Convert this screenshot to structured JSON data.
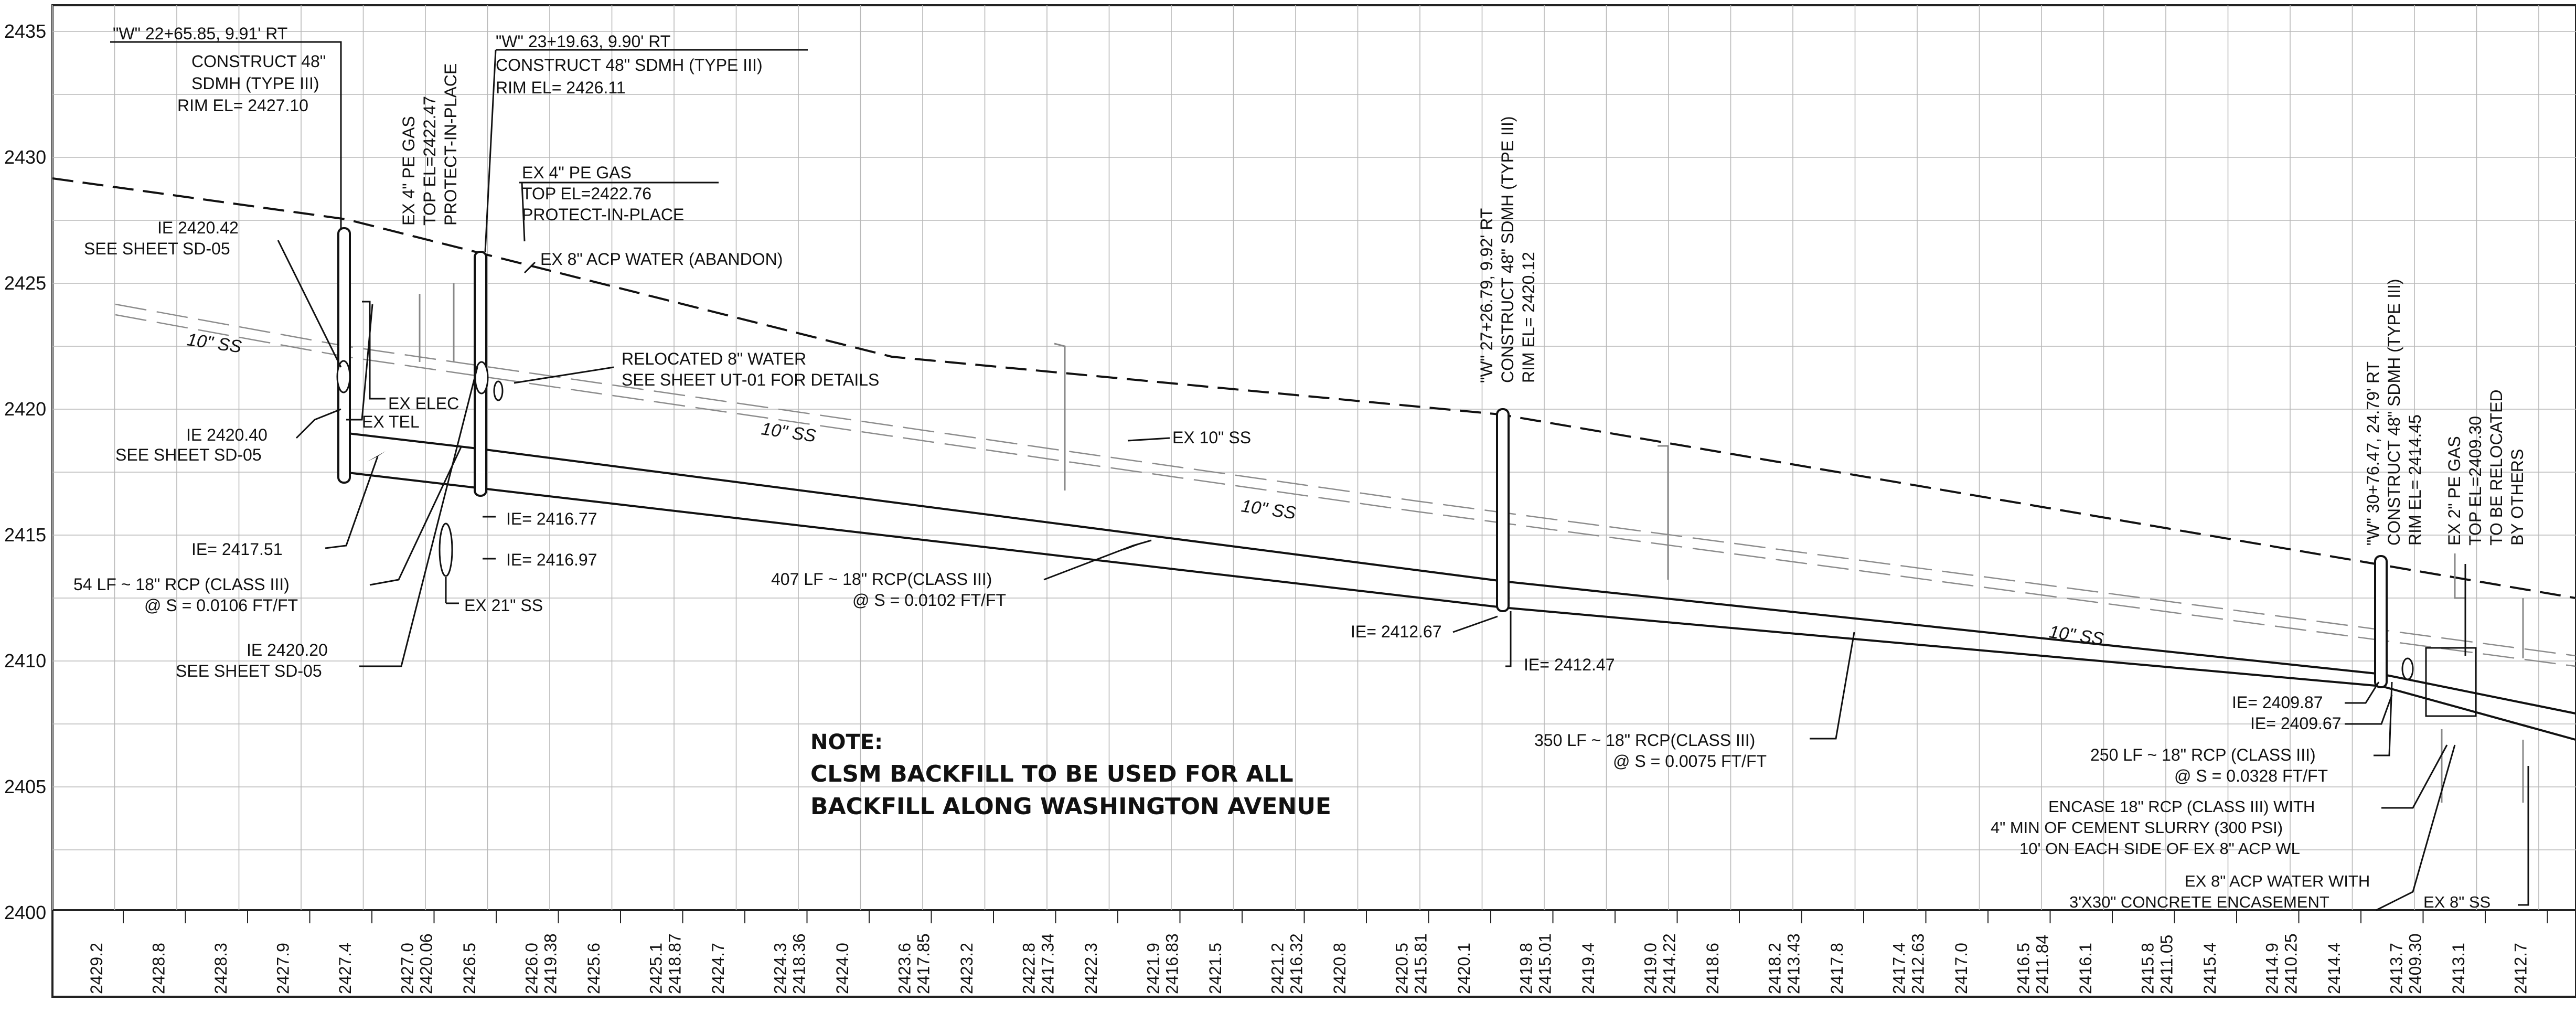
{
  "profile": {
    "elevation_axis": [
      "2435",
      "2430",
      "2425",
      "2420",
      "2415",
      "2410",
      "2405",
      "2400"
    ],
    "ground_ticks": [
      "2429.2",
      "2428.8",
      "2428.3",
      "2427.9",
      "2427.4",
      "2427.0",
      "2426.5",
      "2426.0",
      "2425.6",
      "2425.1",
      "2424.7",
      "2424.3",
      "2424.0",
      "2423.6",
      "2423.2",
      "2422.8",
      "2422.3",
      "2421.9",
      "2421.5",
      "2421.2",
      "2420.8",
      "2420.5",
      "2420.1",
      "2419.8",
      "2419.4",
      "2419.0",
      "2418.6",
      "2418.2",
      "2417.8",
      "2417.4",
      "2417.0",
      "2416.5",
      "2416.1",
      "2415.8",
      "2415.4",
      "2414.9",
      "2414.4",
      "2413.7",
      "2413.1",
      "2412.7"
    ],
    "pipe_ticks": [
      "2420.06",
      "2419.38",
      "2418.87",
      "2418.36",
      "2417.85",
      "2417.34",
      "2416.83",
      "2416.32",
      "2415.81",
      "2415.01",
      "2414.22",
      "2413.43",
      "2412.63",
      "2411.84",
      "2411.05",
      "2410.25",
      "2409.30"
    ]
  },
  "labels": {
    "mh1": [
      "\"W\" 22+65.85, 9.91' RT",
      "CONSTRUCT 48\"",
      "SDMH (TYPE III)",
      "RIM EL= 2427.10"
    ],
    "mh2": [
      "\"W\" 23+19.63, 9.90' RT",
      "CONSTRUCT 48\" SDMH (TYPE III)",
      "RIM EL= 2426.11"
    ],
    "gas1": [
      "EX 4\" PE GAS",
      "TOP EL=2422.47",
      "PROTECT-IN-PLACE"
    ],
    "gas2": [
      "EX 4\" PE GAS",
      "TOP EL=2422.76",
      "PROTECT-IN-PLACE"
    ],
    "ie_2420_42": [
      "IE 2420.42",
      "SEE SHEET SD-05"
    ],
    "water_abandon": "EX 8\" ACP WATER (ABANDON)",
    "relocated_water": [
      "RELOCATED 8\" WATER",
      "SEE SHEET UT-01 FOR DETAILS"
    ],
    "ex_elec": "EX ELEC",
    "ex_tel": "EX TEL",
    "ie_2420_40": [
      "IE 2420.40",
      "SEE SHEET SD-05"
    ],
    "ie_2417_51": "IE= 2417.51",
    "ie_2416_77": "IE= 2416.77",
    "ie_2416_97": "IE= 2416.97",
    "pipe1": [
      "54 LF ~ 18\" RCP (CLASS III)",
      "@ S = 0.0106 FT/FT"
    ],
    "ex21ss": "EX 21\" SS",
    "ie_2420_20": [
      "IE 2420.20",
      "SEE SHEET SD-05"
    ],
    "ss10_a": "10\" SS",
    "ss10_b": "10\" SS",
    "ss10_c": "10\" SS",
    "ss10_d": "10\" SS",
    "ex10ss": "EX 10\" SS",
    "pipe2": [
      "407 LF ~ 18\" RCP(CLASS III)",
      "@ S = 0.0102 FT/FT"
    ],
    "mh3": [
      "\"W\" 27+26.79, 9.92' RT",
      "CONSTRUCT 48\" SDMH (TYPE III)",
      "RIM EL= 2420.12"
    ],
    "ie_2412_67": "IE= 2412.67",
    "ie_2412_47": "IE= 2412.47",
    "note": [
      "NOTE:",
      "CLSM BACKFILL TO BE USED FOR ALL",
      "BACKFILL ALONG WASHINGTON AVENUE"
    ],
    "pipe3": [
      "350 LF ~ 18\" RCP(CLASS III)",
      "@ S = 0.0075 FT/FT"
    ],
    "mh4": [
      "\"W\" 30+76.47, 24.79' RT",
      "CONSTRUCT 48\" SDMH (TYPE III)",
      "RIM EL= 2414.45"
    ],
    "gas3": [
      "EX 2\" PE GAS",
      "TOP EL=2409.30",
      "TO BE RELOCATED",
      "BY OTHERS"
    ],
    "ie_2409_87": "IE= 2409.87",
    "ie_2409_67": "IE= 2409.67",
    "pipe4": [
      "250 LF ~ 18\" RCP (CLASS III)",
      "@ S = 0.0328 FT/FT"
    ],
    "encase": [
      "ENCASE 18\" RCP (CLASS III) WITH",
      "4\" MIN OF CEMENT SLURRY (300 PSI)",
      "10' ON EACH SIDE OF EX 8\" ACP WL"
    ],
    "acp_encase": [
      "EX 8\" ACP WATER WITH",
      "3'X30\" CONCRETE ENCASEMENT"
    ],
    "ex8ss": "EX 8\" SS"
  }
}
